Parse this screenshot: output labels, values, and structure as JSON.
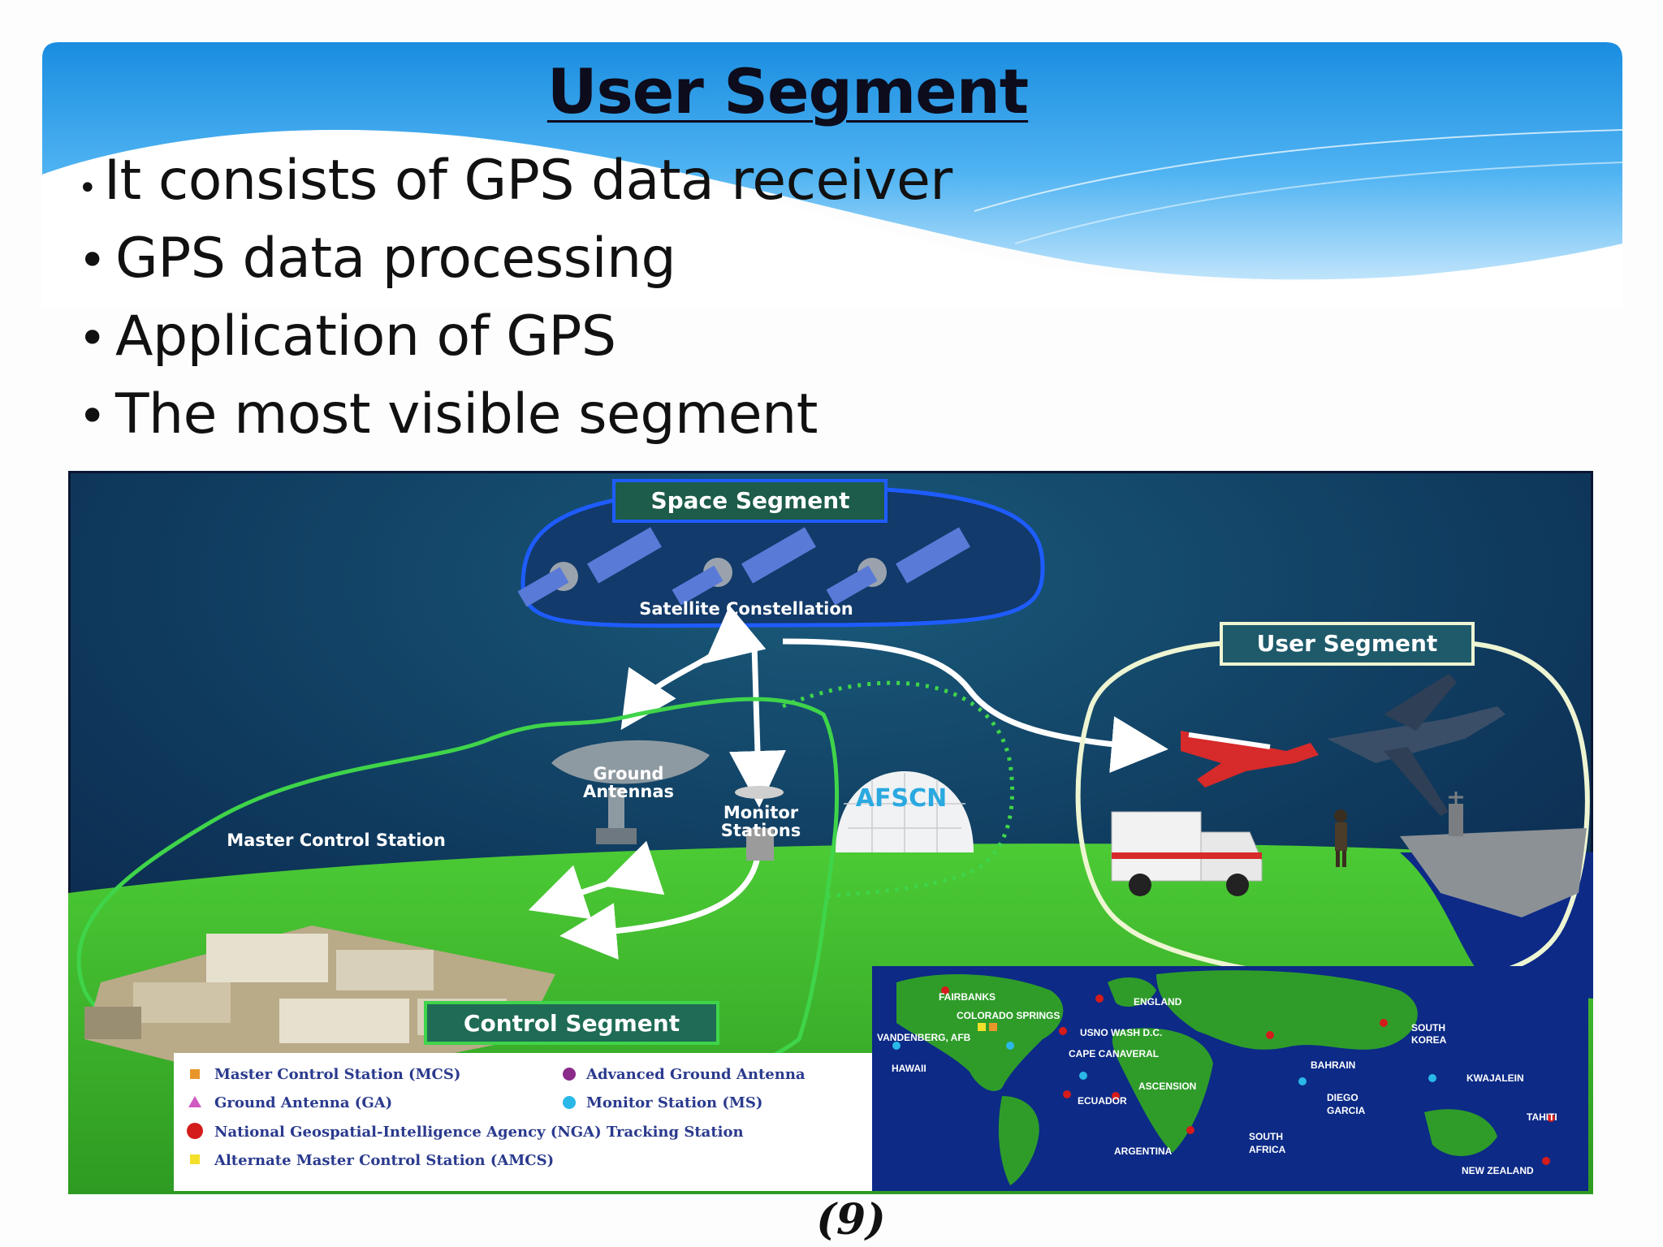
{
  "slide": {
    "title": "User Segment",
    "bullets": [
      "It consists of GPS data receiver",
      "GPS data processing",
      "Application of GPS",
      "The most visible segment"
    ],
    "page_number": "(9)"
  },
  "diagram": {
    "space_segment_label": "Space Segment",
    "satellite_constellation_label": "Satellite Constellation",
    "user_segment_label": "User Segment",
    "control_segment_label": "Control Segment",
    "master_control_station_label": "Master Control Station",
    "ground_antennas_label_line1": "Ground",
    "ground_antennas_label_line2": "Antennas",
    "monitor_stations_label_line1": "Monitor",
    "monitor_stations_label_line2": "Stations",
    "afscn_label": "AFSCN",
    "legend": {
      "mcs": "Master Control Station (MCS)",
      "aga": "Advanced Ground Antenna",
      "ga": "Ground Antenna (GA)",
      "ms": "Monitor Station (MS)",
      "nga": "National Geospatial-Intelligence Agency (NGA) Tracking Station",
      "amcs": "Alternate Master Control Station (AMCS)"
    },
    "map_labels": {
      "fairbanks": "FAIRBANKS",
      "colorado_springs": "COLORADO SPRINGS",
      "vandenberg": "VANDENBERG, AFB",
      "hawaii": "HAWAII",
      "usno": "USNO WASH D.C.",
      "cape_canaveral": "CAPE CANAVERAL",
      "england": "ENGLAND",
      "ascension": "ASCENSION",
      "ecuador": "ECUADOR",
      "argentina": "ARGENTINA",
      "south_africa_1": "SOUTH",
      "south_africa_2": "AFRICA",
      "bahrain": "BAHRAIN",
      "diego_1": "DIEGO",
      "diego_2": "GARCIA",
      "south_korea_1": "SOUTH",
      "south_korea_2": "KOREA",
      "kwajalein": "KWAJALEIN",
      "tahiti": "TAHITI",
      "new_zealand": "NEW ZEALAND"
    },
    "colors": {
      "background": "#0b1f4a",
      "ground": "#3fb72e",
      "ocean": "#0c2a86",
      "frame": "#0a1634"
    }
  }
}
